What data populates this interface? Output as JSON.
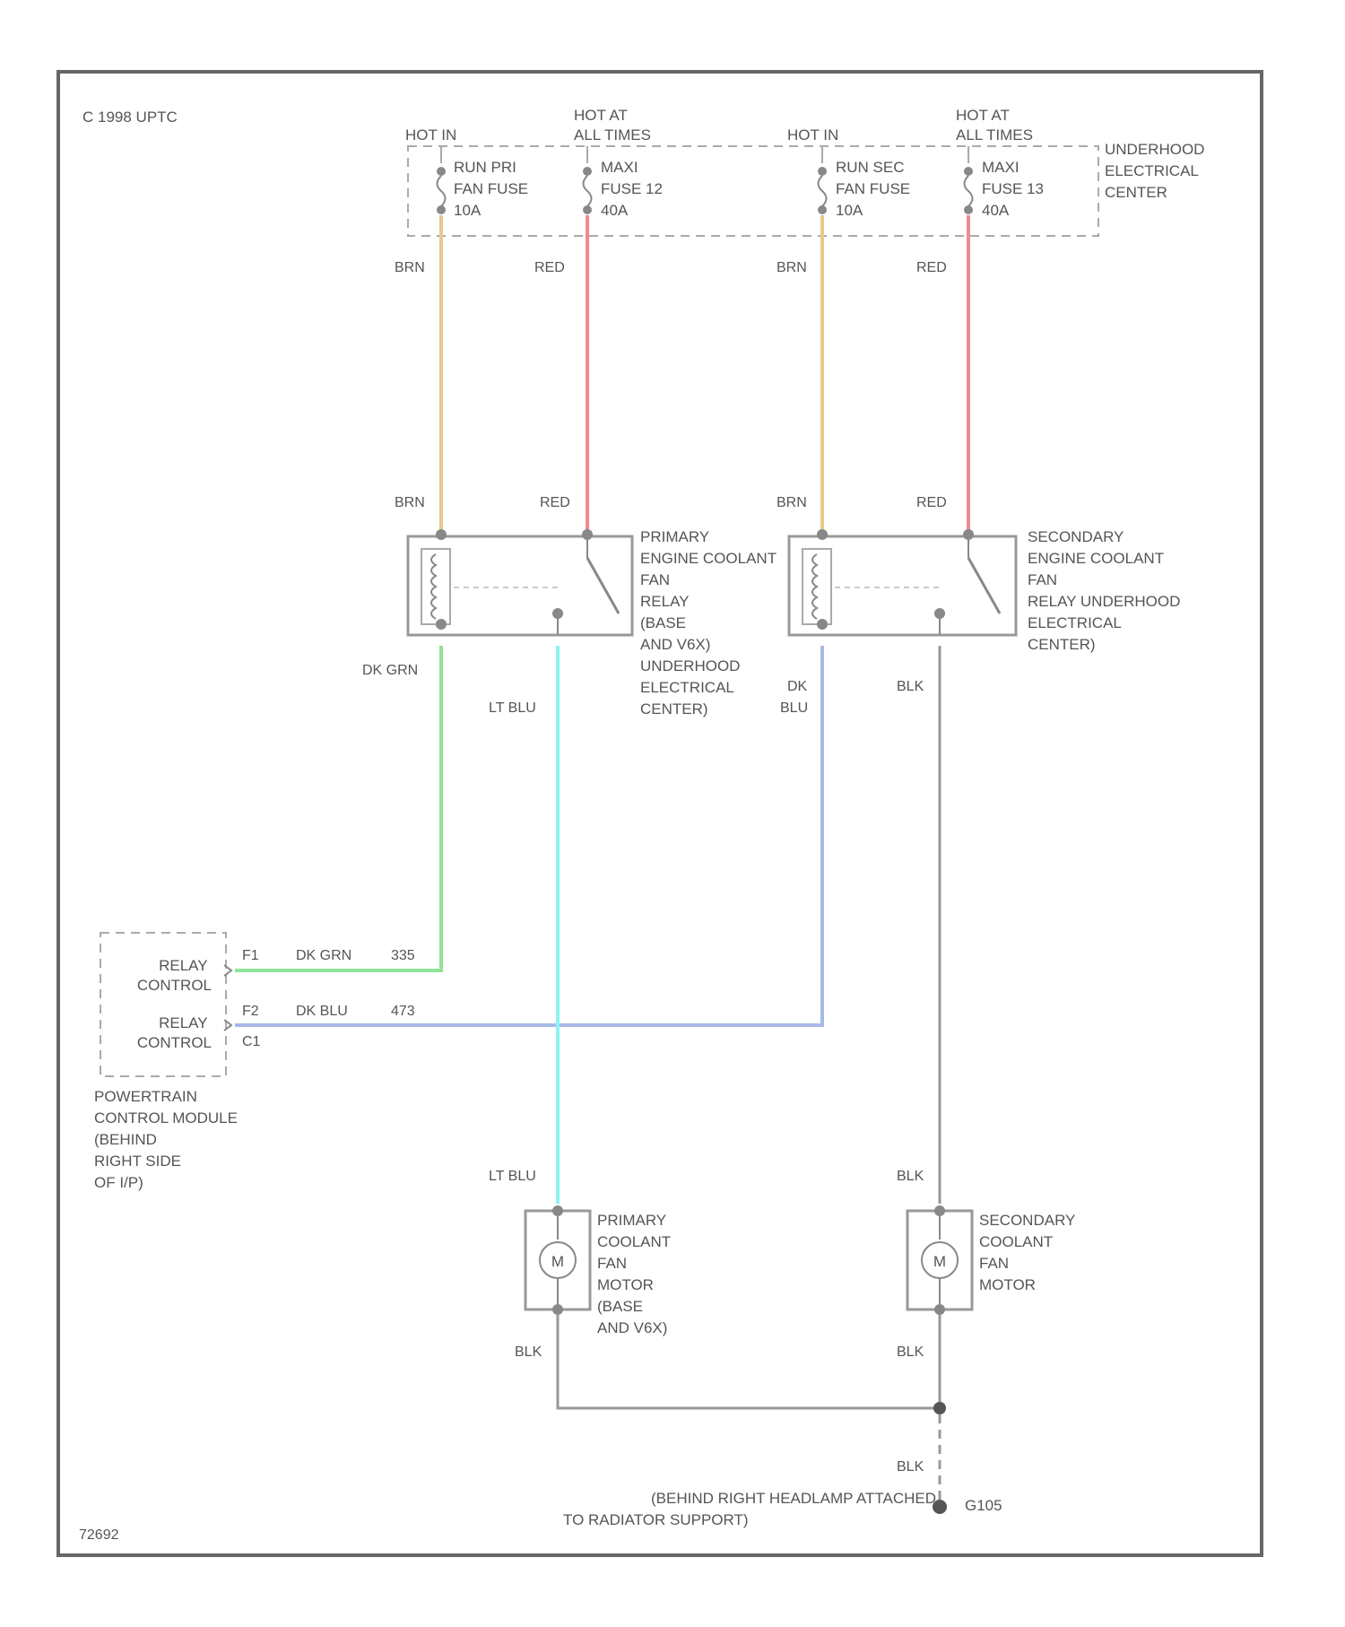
{
  "header_label": "C 1998 UPTC",
  "footer_code": "72692",
  "fuse_box": {
    "hot_in_label_1": "HOT IN",
    "hot_in_label_2": "HOT IN",
    "hot_at_label_1": "HOT AT",
    "hot_at_label_2": "HOT AT",
    "all_times_label_1": "ALL TIMES",
    "all_times_label_2": "ALL TIMES",
    "box_label": [
      "UNDERHOOD",
      "ELECTRICAL",
      "CENTER"
    ]
  },
  "fuses": [
    {
      "lines": [
        "RUN PRI",
        "FAN FUSE",
        "10A"
      ]
    },
    {
      "lines": [
        "MAXI",
        "FUSE 12",
        "40A"
      ]
    },
    {
      "lines": [
        "RUN SEC",
        "FAN FUSE",
        "10A"
      ]
    },
    {
      "lines": [
        "MAXI",
        "FUSE 13",
        "40A"
      ]
    }
  ],
  "wire_labels": {
    "brn": "BRN",
    "red": "RED",
    "dk_grn": "DK GRN",
    "lt_blu": "LT BLU",
    "dk": "DK",
    "blu": "BLU",
    "blk": "BLK",
    "dk_blu": "DK BLU",
    "circuit_335": "335",
    "circuit_473": "473"
  },
  "colors": {
    "brn": "#e9c88e",
    "red": "#f08a92",
    "dk_grn": "#8fe39a",
    "lt_blu": "#8ff3f3",
    "dk_blu": "#a8b8e8",
    "blk": "#999999",
    "frame": "#666666"
  },
  "relays": [
    {
      "label": [
        "PRIMARY",
        "ENGINE COOLANT",
        "FAN",
        "RELAY",
        "(BASE",
        "AND V6X)",
        "UNDERHOOD",
        "ELECTRICAL",
        "CENTER)"
      ]
    },
    {
      "label": [
        "SECONDARY",
        "ENGINE COOLANT",
        "FAN",
        "RELAY UNDERHOOD",
        "ELECTRICAL",
        "CENTER)"
      ]
    }
  ],
  "pcm": {
    "pins": [
      "F1",
      "F2",
      "C1"
    ],
    "relay_control": "RELAY",
    "control": "CONTROL",
    "label": [
      "POWERTRAIN",
      "CONTROL MODULE",
      "(BEHIND",
      "RIGHT SIDE",
      "OF I/P)"
    ]
  },
  "motors": [
    {
      "symbol": "M",
      "label": [
        "PRIMARY",
        "COOLANT",
        "FAN",
        "MOTOR",
        "(BASE",
        "AND V6X)"
      ]
    },
    {
      "symbol": "M",
      "label": [
        "SECONDARY",
        "COOLANT",
        "FAN",
        "MOTOR"
      ]
    }
  ],
  "ground": {
    "label_1": "(BEHIND RIGHT HEADLAMP ATTACHED",
    "label_2": "TO RADIATOR SUPPORT)",
    "ground_id": "G105"
  }
}
